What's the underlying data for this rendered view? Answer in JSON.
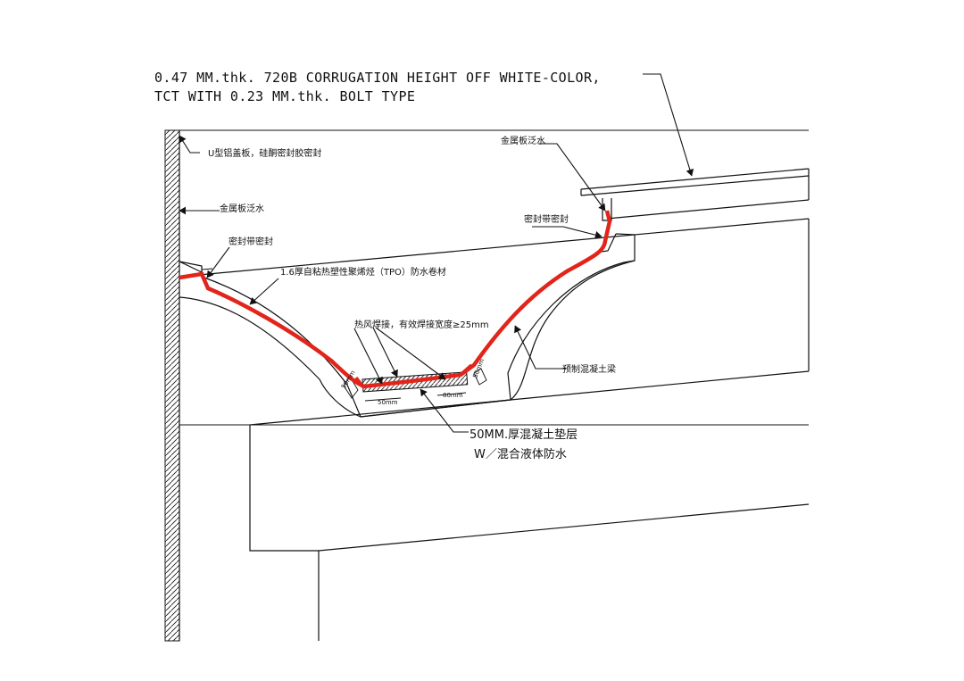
{
  "title": {
    "line_1": "0.47 MM.thk. 720B CORRUGATION HEIGHT OFF WHITE-COLOR,",
    "line_2": "TCT WITH 0.23 MM.thk. BOLT TYPE"
  },
  "labels": {
    "u_cover_plate": "U型铝盖板，硅酮密封胶密封",
    "left_metal_flashing": "金属板泛水",
    "right_metal_flashing": "金属板泛水",
    "left_sealing_tape": "密封带密封",
    "right_sealing_tape": "密封带密封",
    "tpo_membrane": "1.6厚自粘热塑性聚烯烃（TPO）防水卷材",
    "hot_air_weld": "热风焊接，有效焊接宽度≥25mm",
    "precast_beam": "预制混凝土梁",
    "concrete_layer": "50MM.厚混凝土垫层",
    "waterproof_layer": "W／混合液体防水"
  },
  "dimensions": {
    "left_width": "50mm",
    "right_width": "80mm",
    "left_gap": "50mm",
    "right_gap": "50mm"
  },
  "colors": {
    "line": "#111111",
    "membrane": "#e1251b",
    "hatch": "#111111",
    "background": "#ffffff"
  }
}
